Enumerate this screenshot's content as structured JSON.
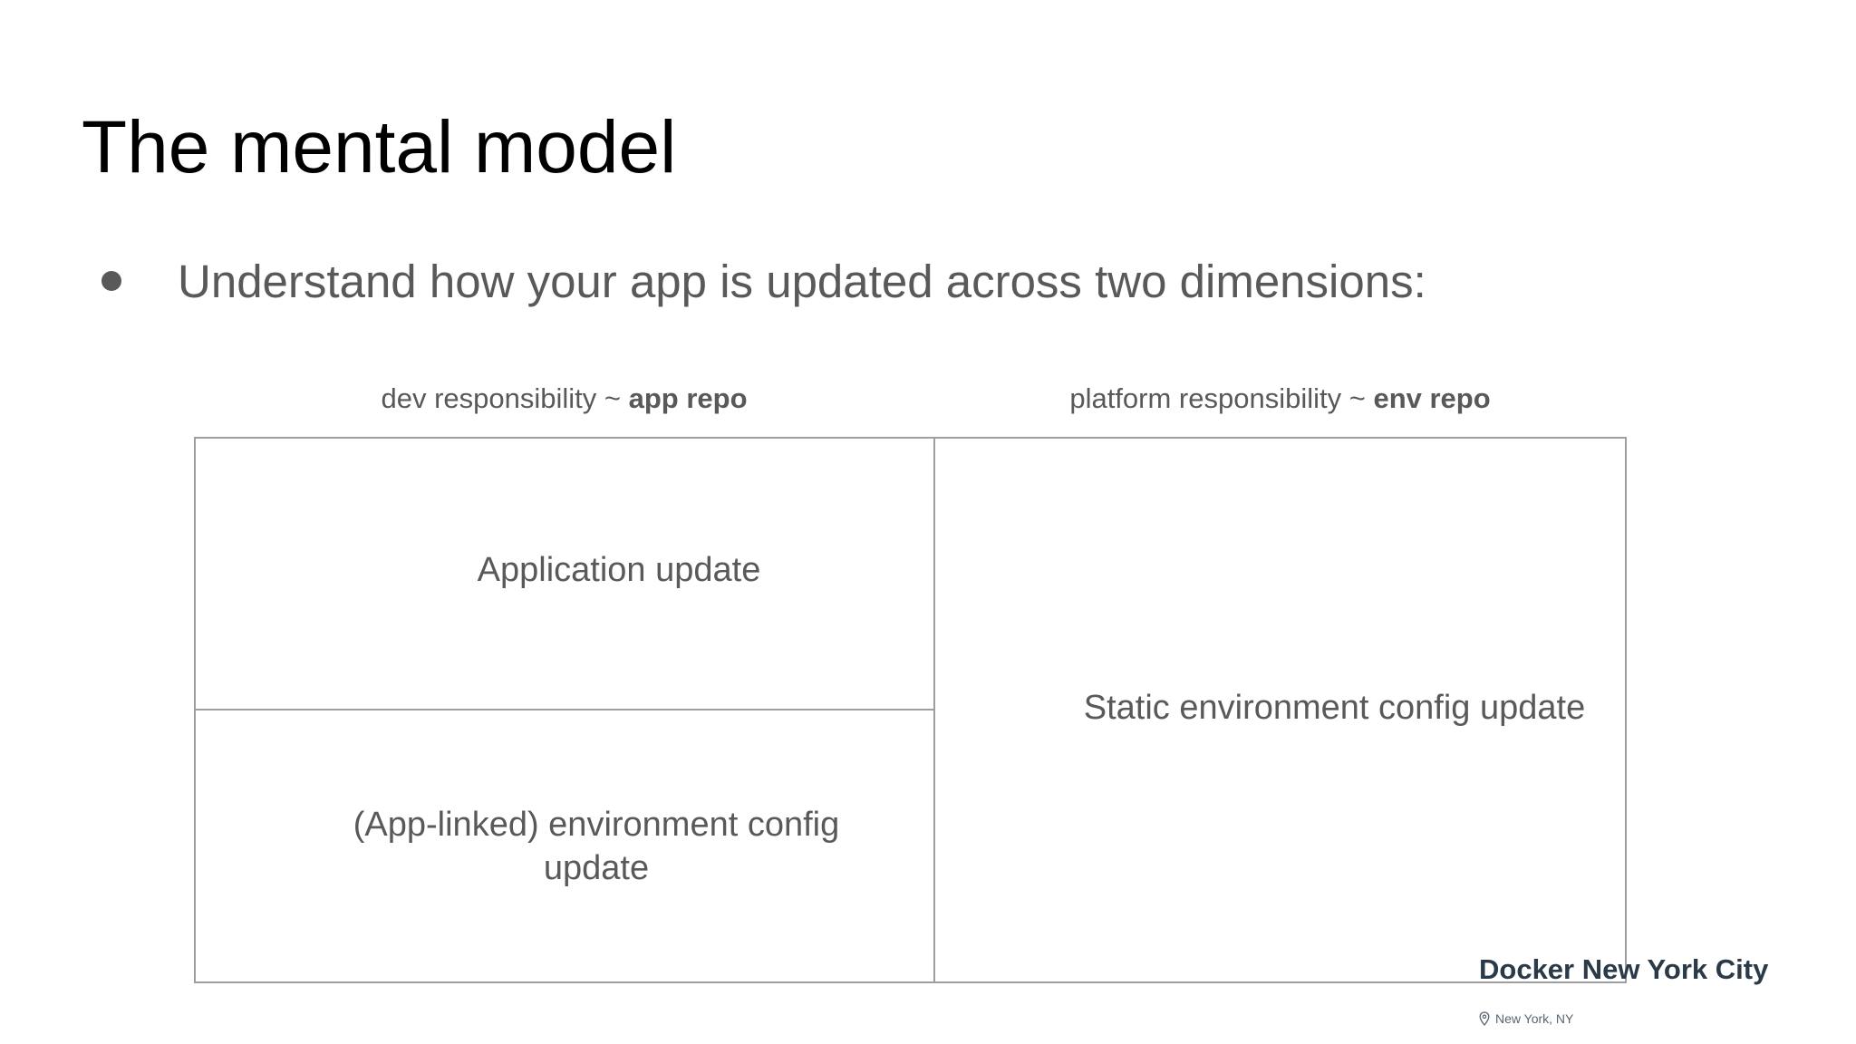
{
  "slide": {
    "title": "The mental model",
    "bullet": "Understand how your app is updated across two dimensions:"
  },
  "matrix": {
    "left_header": {
      "prefix": "dev responsibility ~ ",
      "bold": "app repo"
    },
    "right_header": {
      "prefix": "platform responsibility ~ ",
      "bold": "env repo"
    },
    "cells": {
      "app_update": "Application update",
      "app_linked_env": "(App-linked) environment config update",
      "static_env": "Static environment config update"
    }
  },
  "watermark": {
    "title": "Docker New York City",
    "location": "New York, NY",
    "icon": "location-pin-icon"
  },
  "colors": {
    "title": "#000000",
    "body_text": "#595959",
    "border": "#9e9e9e",
    "watermark_title": "#2a3a49"
  }
}
